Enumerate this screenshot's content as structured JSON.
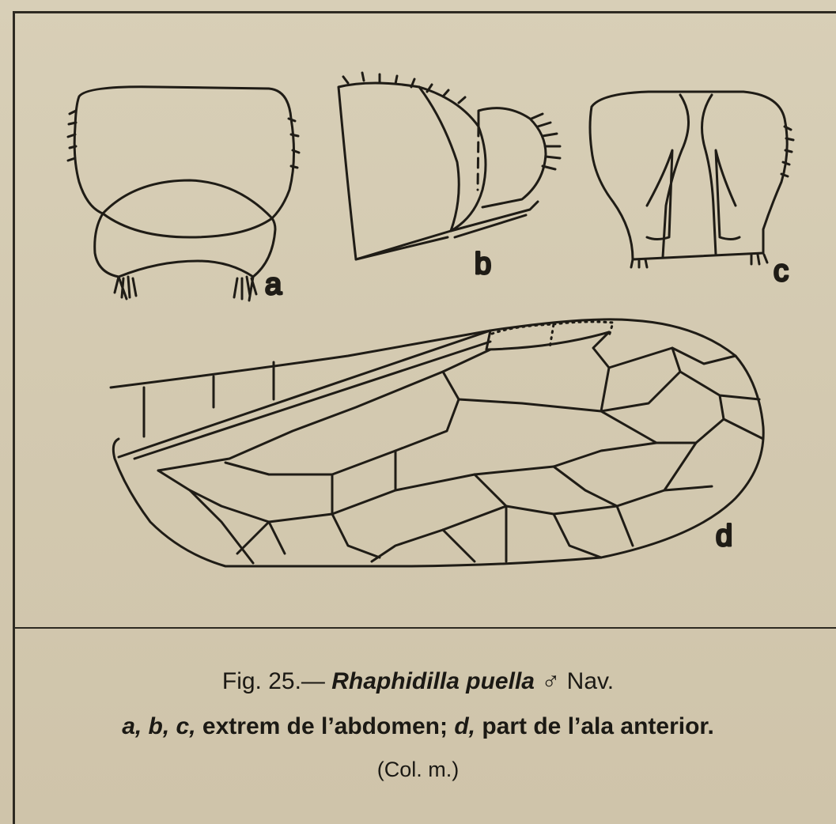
{
  "figure": {
    "panel_labels": {
      "a": "a",
      "b": "b",
      "c": "c",
      "d": "d"
    }
  },
  "caption": {
    "line1": {
      "prefix": "Fig. 25.— ",
      "species": "Rhaphidilla puella",
      "sex_symbol": "♂",
      "author": " Nav."
    },
    "line2": {
      "abc": "a, b, c,",
      "text1": " extrem de l’abdomen; ",
      "d": "d,",
      "text2": " part de l’ala anterior."
    },
    "line3": "(Col. m.)"
  }
}
